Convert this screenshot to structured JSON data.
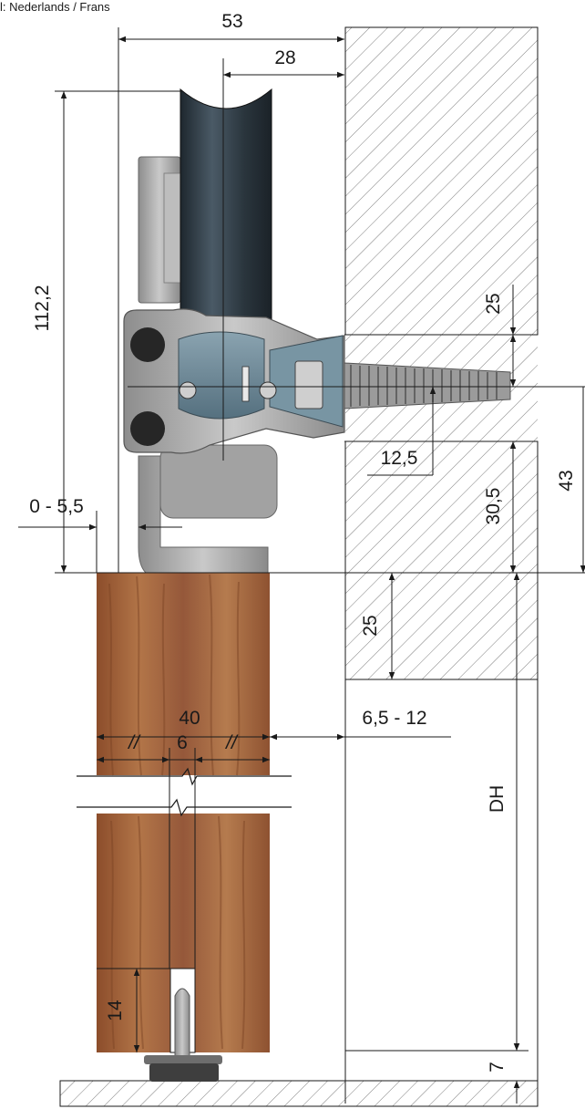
{
  "header": {
    "text": "l: Nederlands / Frans"
  },
  "dimensions": {
    "d53": "53",
    "d28": "28",
    "d112": "112,2",
    "d25_top": "25",
    "d12_5": "12,5",
    "d30_5": "30,5",
    "d43": "43",
    "d0_5_5": "0 - 5,5",
    "d25_lower": "25",
    "d40": "40",
    "d6_5_12": "6,5 - 12",
    "dDH": "DH",
    "d_slash_left": "//",
    "d6": "6",
    "d_slash_right": "//",
    "d14": "14",
    "d7": "7"
  },
  "colors": {
    "wood": "#9a5a33",
    "wood_light": "#b57a4c",
    "wheel": "#2f3c45",
    "bracket": "#a9a9a9",
    "profile_blue": "#6f8d9c"
  }
}
